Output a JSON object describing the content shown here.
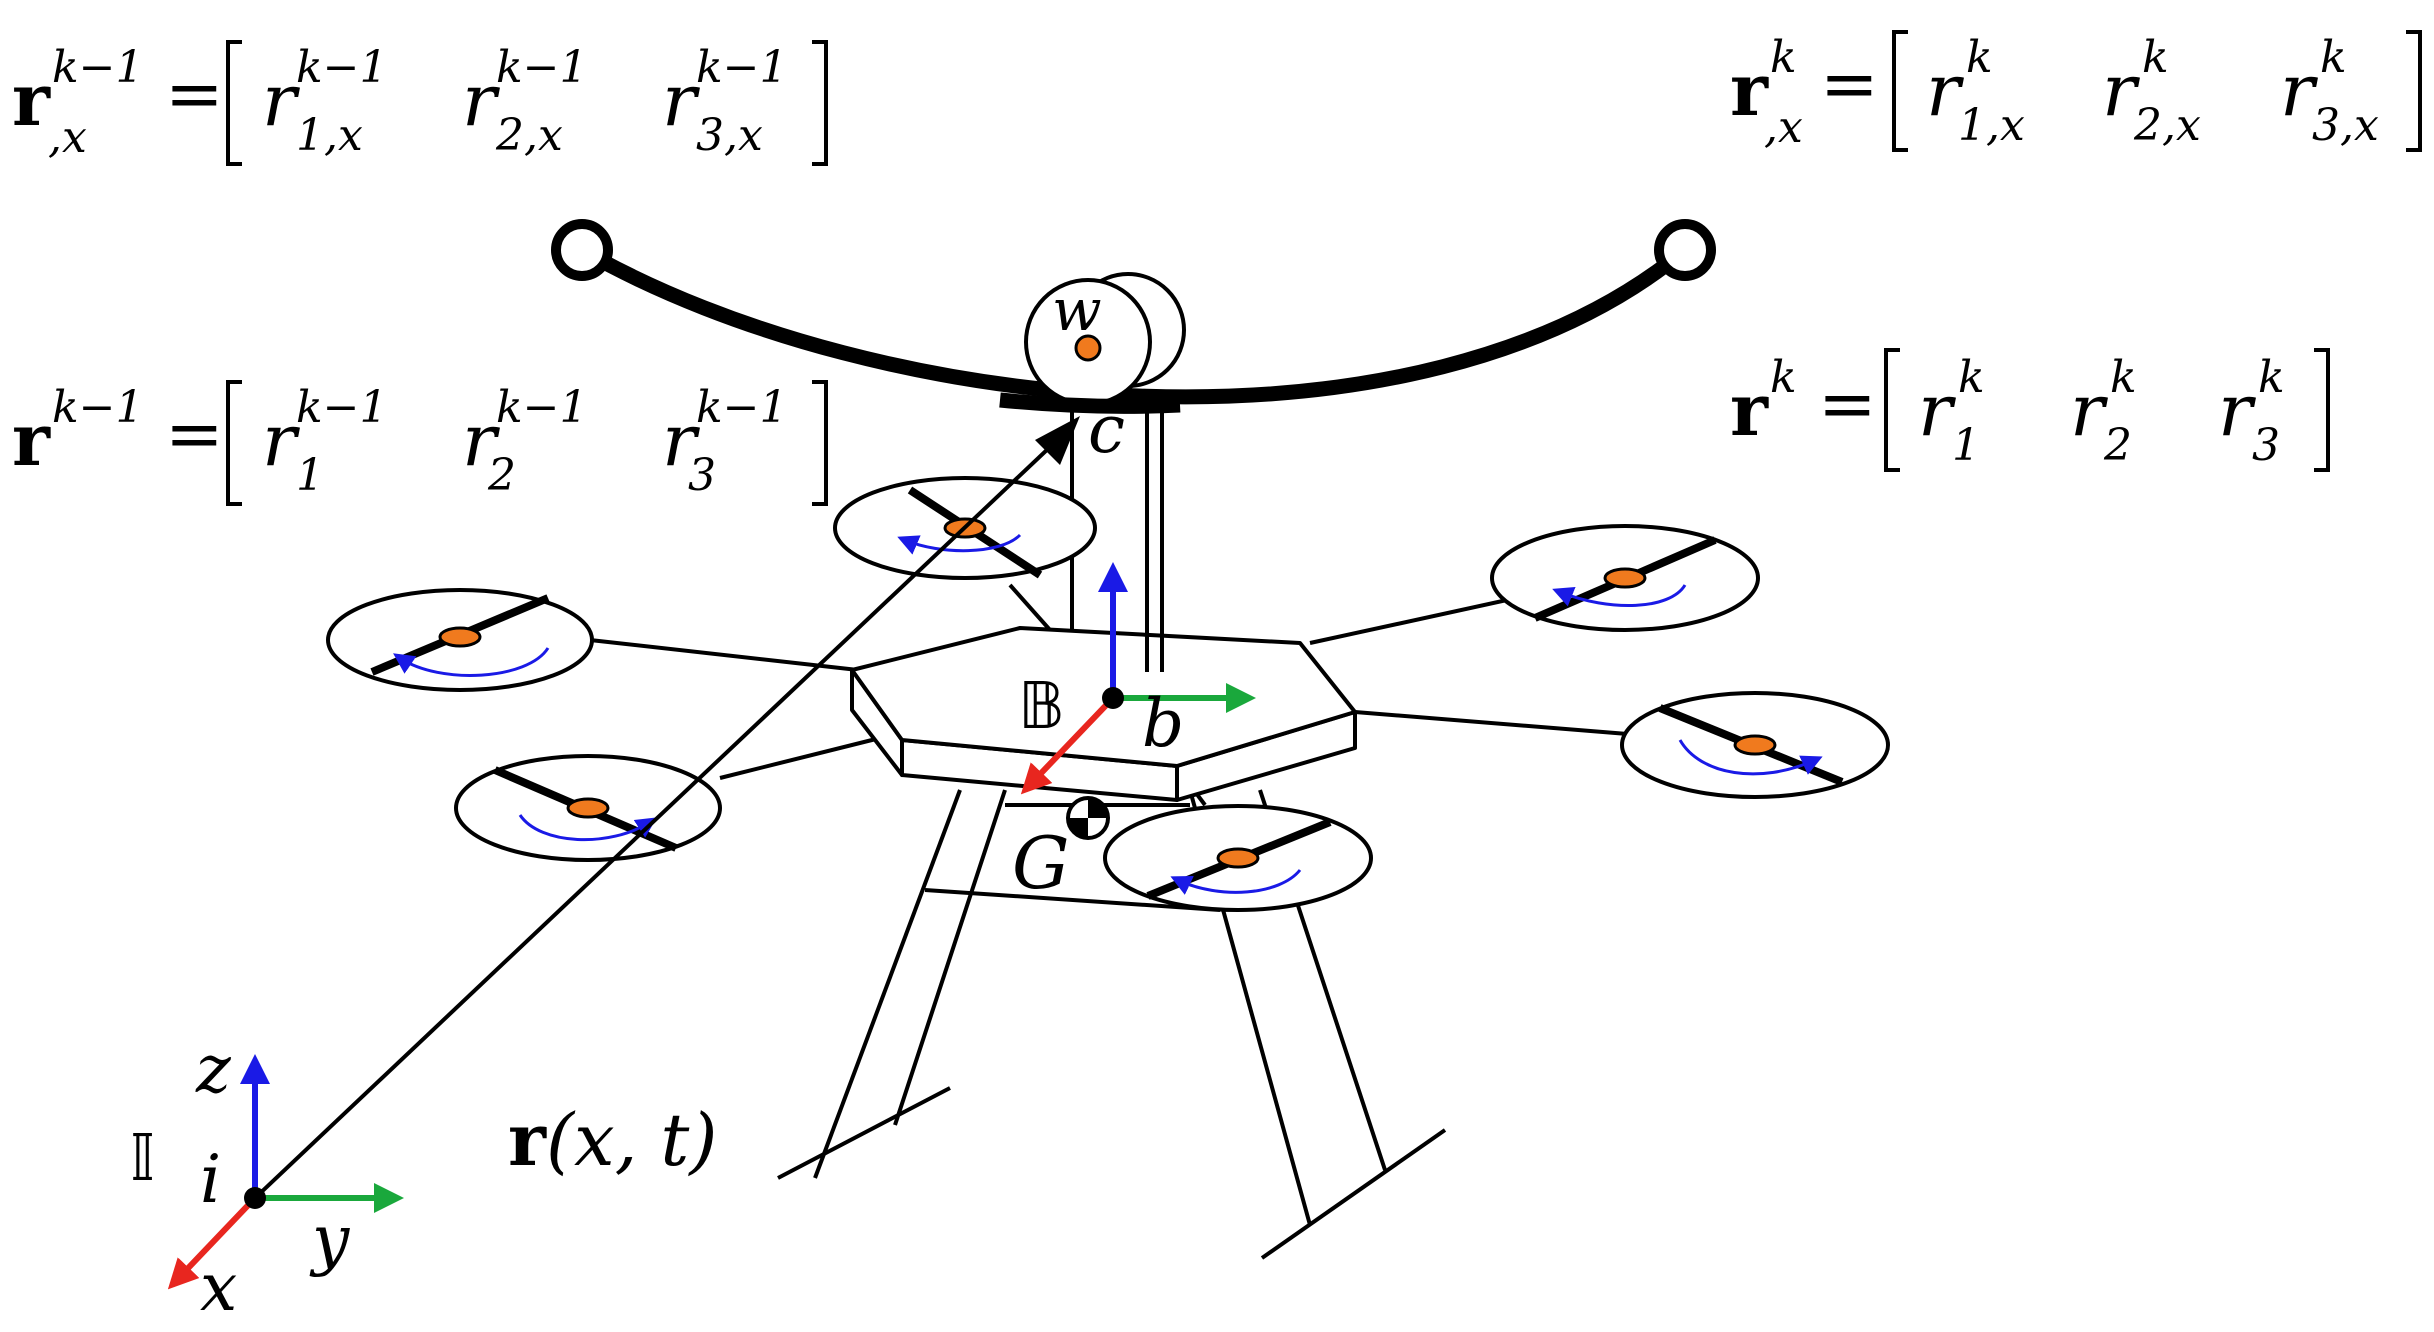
{
  "equations": {
    "r_x_prev": {
      "lhs_symbol": "r",
      "lhs_sup": "k−1",
      "lhs_sub": ",x",
      "equals": "=",
      "entries": [
        {
          "base": "r",
          "sup": "k−1",
          "sub": "1,x"
        },
        {
          "base": "r",
          "sup": "k−1",
          "sub": "2,x"
        },
        {
          "base": "r",
          "sup": "k−1",
          "sub": "3,x"
        }
      ]
    },
    "r_x_curr": {
      "lhs_symbol": "r",
      "lhs_sup": "k",
      "lhs_sub": ",x",
      "equals": "=",
      "entries": [
        {
          "base": "r",
          "sup": "k",
          "sub": "1,x"
        },
        {
          "base": "r",
          "sup": "k",
          "sub": "2,x"
        },
        {
          "base": "r",
          "sup": "k",
          "sub": "3,x"
        }
      ]
    },
    "r_prev": {
      "lhs_symbol": "r",
      "lhs_sup": "k−1",
      "lhs_sub": "",
      "equals": "=",
      "entries": [
        {
          "base": "r",
          "sup": "k−1",
          "sub": "1"
        },
        {
          "base": "r",
          "sup": "k−1",
          "sub": "2"
        },
        {
          "base": "r",
          "sup": "k−1",
          "sub": "3"
        }
      ]
    },
    "r_curr": {
      "lhs_symbol": "r",
      "lhs_sup": "k",
      "lhs_sub": "",
      "equals": "=",
      "entries": [
        {
          "base": "r",
          "sup": "k",
          "sub": "1"
        },
        {
          "base": "r",
          "sup": "k",
          "sub": "2"
        },
        {
          "base": "r",
          "sup": "k",
          "sub": "3"
        }
      ]
    }
  },
  "labels": {
    "winch": "w",
    "cable_point": "c",
    "body_frame": "𝔹",
    "body_origin": "b",
    "gravity_center": "G",
    "inertial_frame": "𝕀",
    "inertial_origin": "i",
    "axis_x": "x",
    "axis_y": "y",
    "axis_z": "z",
    "cable_function_bold": "r",
    "cable_function_args": "(x, t)"
  },
  "colors": {
    "axis_x": "#e8261f",
    "axis_y": "#1aa83c",
    "axis_z": "#1a1ae6",
    "rotation_arrow": "#1a1ae6",
    "motor_hub": "#f07a1e",
    "line": "#000000"
  },
  "icons": {
    "gravity_center": "center-of-gravity-icon",
    "rotation": "rotation-arrow-icon"
  }
}
